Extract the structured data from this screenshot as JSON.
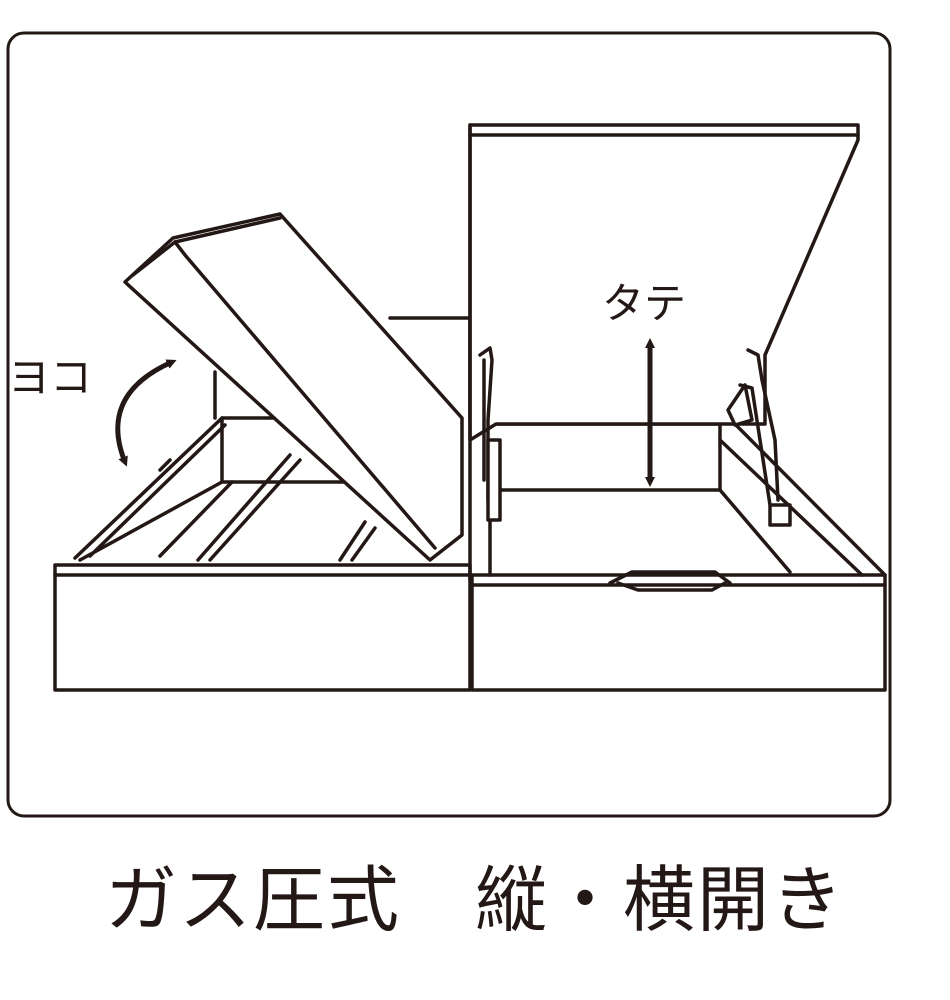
{
  "labels": {
    "horizontal": "ヨコ",
    "vertical": "タテ"
  },
  "caption": "ガス圧式　縦・横開き",
  "colors": {
    "line": "#231815",
    "background": "#ffffff"
  },
  "icons": [
    "curved-double-arrow-icon",
    "vertical-double-arrow-icon"
  ]
}
